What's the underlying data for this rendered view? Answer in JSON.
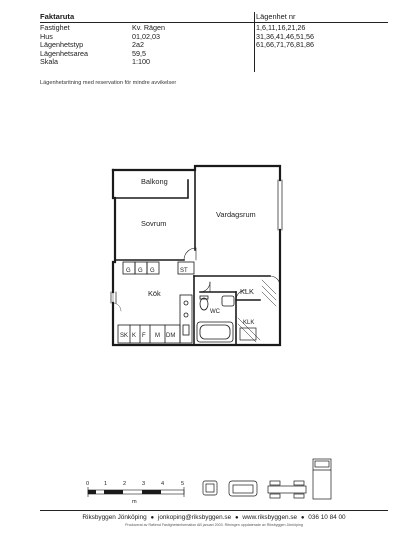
{
  "facts": {
    "title": "Faktaruta",
    "rows": [
      {
        "label": "Fastighet",
        "value": "Kv. Rägen"
      },
      {
        "label": "Hus",
        "value": "01,02,03"
      },
      {
        "label": "Lägenhetstyp",
        "value": "2a2"
      },
      {
        "label": "Lägenhetsarea",
        "value": "59,5"
      },
      {
        "label": "Skala",
        "value": "1:100"
      }
    ],
    "apartments_title": "Lägenhet nr",
    "apartment_numbers": [
      "1,6,11,16,21,26",
      "31,36,41,46,51,56",
      "61,66,71,76,81,86"
    ]
  },
  "note": "Lägenhetsritning med reservation för mindre avvikelser",
  "rooms": {
    "balkong": "Balkong",
    "sovrum": "Sovrum",
    "vardagsrum": "Vardagsrum",
    "kok": "Kök",
    "klk1": "KLK",
    "wc": "WC",
    "klk2": "KLK",
    "st": "ST",
    "g": "G",
    "kitchen_codes": [
      "SK",
      "K",
      "F",
      "M",
      "DM"
    ]
  },
  "scale": {
    "ticks": [
      "0",
      "1",
      "2",
      "3",
      "4",
      "5"
    ],
    "unit": "m"
  },
  "footer": {
    "company": "Riksbyggen Jönköping",
    "email": "jonkoping@riksbyggen.se",
    "web": "www.riksbyggen.se",
    "phone": "036 10 84 00",
    "fine": "Producerat av Rafiend Fastighetsinformation AB januari 2003. Ritningen uppdaterade av Riksbyggen Jönköping"
  }
}
